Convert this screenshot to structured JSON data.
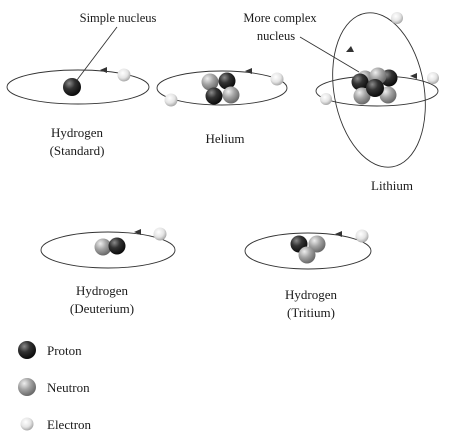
{
  "annotations": {
    "simple_nucleus": "Simple nucleus",
    "complex_nucleus_line1": "More complex",
    "complex_nucleus_line2": "nucleus"
  },
  "atoms": {
    "hydrogen_standard": {
      "name": "Hydrogen",
      "variant": "(Standard)",
      "protons": 1,
      "neutrons": 0,
      "electrons": 1
    },
    "helium": {
      "name": "Helium",
      "protons": 2,
      "neutrons": 2,
      "electrons": 2
    },
    "lithium": {
      "name": "Lithium",
      "protons": 3,
      "neutrons": 4,
      "electrons": 3
    },
    "hydrogen_deuterium": {
      "name": "Hydrogen",
      "variant": "(Deuterium)",
      "protons": 1,
      "neutrons": 1,
      "electrons": 1
    },
    "hydrogen_tritium": {
      "name": "Hydrogen",
      "variant": "(Tritium)",
      "protons": 1,
      "neutrons": 2,
      "electrons": 1
    }
  },
  "legend": {
    "proton": "Proton",
    "neutron": "Neutron",
    "electron": "Electron"
  },
  "colors": {
    "proton": "#2e2e2e",
    "neutron": "#9a9a9a",
    "electron": "#e6e6e6",
    "orbit": "#333333"
  }
}
